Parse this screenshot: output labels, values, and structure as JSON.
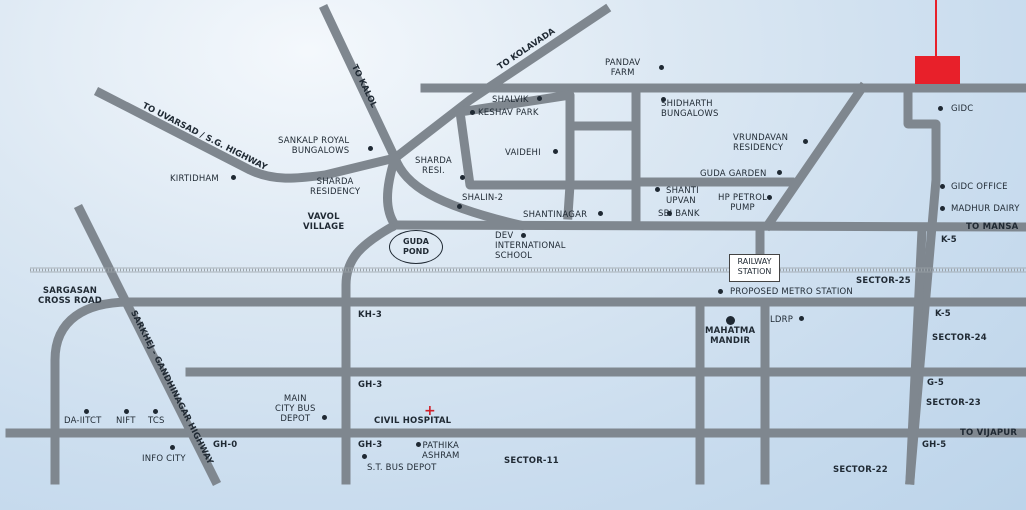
{
  "colors": {
    "road": "#7f878f",
    "rail": "#9aa2a8",
    "site": "#e8202a",
    "background": "#c9dcee"
  },
  "labels": {
    "pandav_farm": "PANDAV\nFARM",
    "shalvik": "SHALVIK",
    "keshav_park": "KESHAV PARK",
    "shidharth": "SHIDHARTH\nBUNGALOWS",
    "gidc": "GIDC",
    "sankalp": "SANKALP ROYAL\nBUNGALOWS",
    "vaidehi": "VAIDEHI",
    "vrundavan": "VRUNDAVAN\nRESIDENCY",
    "kirtidham": "KIRTIDHAM",
    "sharda_residency": "SHARDA\nRESIDENCY",
    "sharda_resi": "SHARDA\nRESI.",
    "guda_garden": "GUDA GARDEN",
    "shanti_upvan": "SHANTI\nUPVAN",
    "sbi_bank": "SBI BANK",
    "hp_petrol": "HP PETROL\nPUMP",
    "gidc_office": "GIDC OFFICE",
    "madhur_dairy": "MADHUR DAIRY",
    "shalin2": "SHALIN-2",
    "shantinagar": "SHANTINAGAR",
    "vavol_village": "VAVOL\nVILLAGE",
    "dev_school": "DEV\nINTERNATIONAL\nSCHOOL",
    "guda_pond": "GUDA\nPOND",
    "railway_station": "RAILWAY\nSTATION",
    "to_mansa": "TO MANSA",
    "k5_top": "K-5",
    "sector25": "SECTOR-25",
    "sargasan": "SARGASAN\nCROSS ROAD",
    "proposed_metro": "PROPOSED METRO STATION",
    "kh3": "KH-3",
    "mahatma_mandir": "MAHATMA\nMANDIR",
    "ldrp": "LDRP",
    "k5_mid": "K-5",
    "sector24": "SECTOR-24",
    "gh3_upper": "GH-3",
    "g5": "G-5",
    "main_city_bus": "MAIN\nCITY BUS\nDEPOT",
    "civil_hospital": "CIVIL HOSPITAL",
    "sector23": "SECTOR-23",
    "da_iict": "DA-IITCT",
    "nift": "NIFT",
    "tcs": "TCS",
    "to_vijapur": "TO VIJAPUR",
    "gh0": "GH-0",
    "gh3_lower": "GH-3",
    "pathika": "PATHIKA\nASHRAM",
    "gh5": "GH-5",
    "info_city": "INFO CITY",
    "st_bus_depot": "S.T. BUS DEPOT",
    "sector11": "SECTOR-11",
    "sector22": "SECTOR-22",
    "to_kolavada": "TO KOLAVADA",
    "to_kalol": "TO KALOL",
    "to_uvarsad": "TO UVARSAD / S.G. HIGHWAY",
    "sarkhej_highway": "SARKHEJ - GANDHINAGAR HIGHWAY"
  }
}
